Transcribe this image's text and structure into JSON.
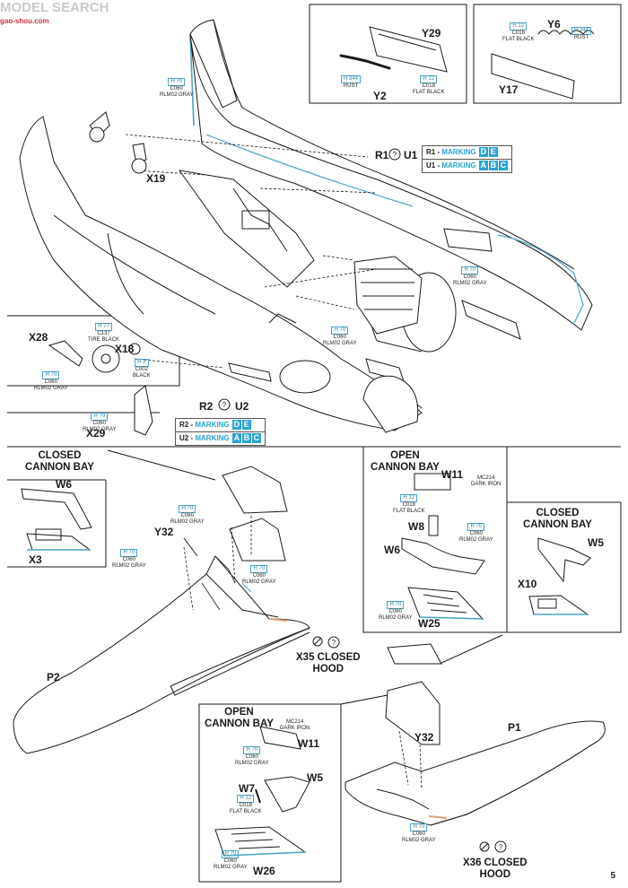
{
  "watermark": {
    "brand": "MODEL SEARCH",
    "site": "gao-shou.com"
  },
  "page_number": "5",
  "colors": {
    "accent": "#2aa3d4",
    "line": "#1a1a1a",
    "box": "#4da3c7"
  },
  "upper": {
    "boxes": {
      "y29_y2": {
        "Y29": "Y29",
        "Y2": "Y2",
        "paint_rust": {
          "h": "H 344",
          "name": "RUST"
        },
        "paint_black": {
          "h": "H 12",
          "code": "C018",
          "name": "FLAT BLACK"
        }
      },
      "y6_y17": {
        "Y6": "Y6",
        "Y17": "Y17",
        "paint_black": {
          "h": "H 12",
          "code": "C018",
          "name": "FLAT BLACK"
        },
        "paint_rust": {
          "h": "H 344",
          "name": "RUST"
        }
      }
    },
    "fin_paint": {
      "h": "H 70",
      "code": "C060",
      "name": "RLM02 GRAY"
    },
    "parts": {
      "X19": "X19",
      "R1": "R1",
      "U1": "U1",
      "R2": "R2",
      "U2": "U2"
    },
    "marking_top": [
      {
        "key": "R1 -",
        "label": "MARKING",
        "codes": [
          "D",
          "E"
        ]
      },
      {
        "key": "U1 -",
        "label": "MARKING",
        "codes": [
          "A",
          "B",
          "C"
        ]
      }
    ],
    "marking_bottom": [
      {
        "key": "R2 -",
        "label": "MARKING",
        "codes": [
          "D",
          "E"
        ]
      },
      {
        "key": "U2 -",
        "label": "MARKING",
        "codes": [
          "A",
          "B",
          "C"
        ]
      }
    ],
    "cockpit_paint": {
      "h": "H 70",
      "code": "C060",
      "name": "RLM02 GRAY"
    },
    "engine_paint": {
      "h": "H 70",
      "code": "C060",
      "name": "RLM02 GRAY"
    },
    "tailwheel": {
      "X28": "X28",
      "X18": "X18",
      "X29": "X29",
      "tire": {
        "h": "H 77",
        "code": "C137",
        "name": "TIRE BLACK"
      },
      "hub": {
        "h": "H 2",
        "code": "C002",
        "name": "BLACK"
      },
      "strut": {
        "h": "H 70",
        "code": "C060",
        "name": "RLM02 GRAY"
      },
      "fork": {
        "h": "H 70",
        "code": "C060",
        "name": "RLM02 GRAY"
      }
    }
  },
  "lower": {
    "left_closed": {
      "title1": "CLOSED",
      "title2": "CANNON BAY",
      "W6": "W6",
      "X3": "X3"
    },
    "upper_open": {
      "title1": "OPEN",
      "title2": "CANNON BAY",
      "W11": "W11",
      "W8": "W8",
      "W6": "W6",
      "W25": "W25",
      "p_iron": {
        "code": "MC214",
        "name": "DARK IRON"
      },
      "p_black": {
        "h": "H 12",
        "code": "C018",
        "name": "FLAT BLACK"
      },
      "p_gray1": {
        "h": "H 70",
        "code": "C060",
        "name": "RLM02 GRAY"
      },
      "p_gray2": {
        "h": "H 70",
        "code": "C060",
        "name": "RLM02 GRAY"
      }
    },
    "right_closed": {
      "title1": "CLOSED",
      "title2": "CANNON BAY",
      "W5": "W5",
      "X10": "X10"
    },
    "left_wing": {
      "Y32": "Y32",
      "P2": "P2",
      "X35a": "X35 CLOSED",
      "X35b": "HOOD",
      "p1": {
        "h": "H 70",
        "code": "C060",
        "name": "RLM02 GRAY"
      },
      "p2": {
        "h": "H 70",
        "code": "C060",
        "name": "RLM02 GRAY"
      },
      "p3": {
        "h": "H 70",
        "code": "C060",
        "name": "RLM02 GRAY"
      }
    },
    "lower_open": {
      "title1": "OPEN",
      "title2": "CANNON BAY",
      "W11": "W11",
      "W5": "W5",
      "W7": "W7",
      "W26": "W26",
      "p_iron": {
        "code": "MC214",
        "name": "DARK IRON"
      },
      "p_gray1": {
        "h": "H 70",
        "code": "C060",
        "name": "RLM02 GRAY"
      },
      "p_black": {
        "h": "H 12",
        "code": "C018",
        "name": "FLAT BLACK"
      },
      "p_gray2": {
        "h": "H 70",
        "code": "C060",
        "name": "RLM02 GRAY"
      }
    },
    "right_wing": {
      "Y32": "Y32",
      "P1": "P1",
      "X36a": "X36 CLOSED",
      "X36b": "HOOD",
      "p1": {
        "h": "H 70",
        "code": "C060",
        "name": "RLM02 GRAY"
      }
    }
  }
}
